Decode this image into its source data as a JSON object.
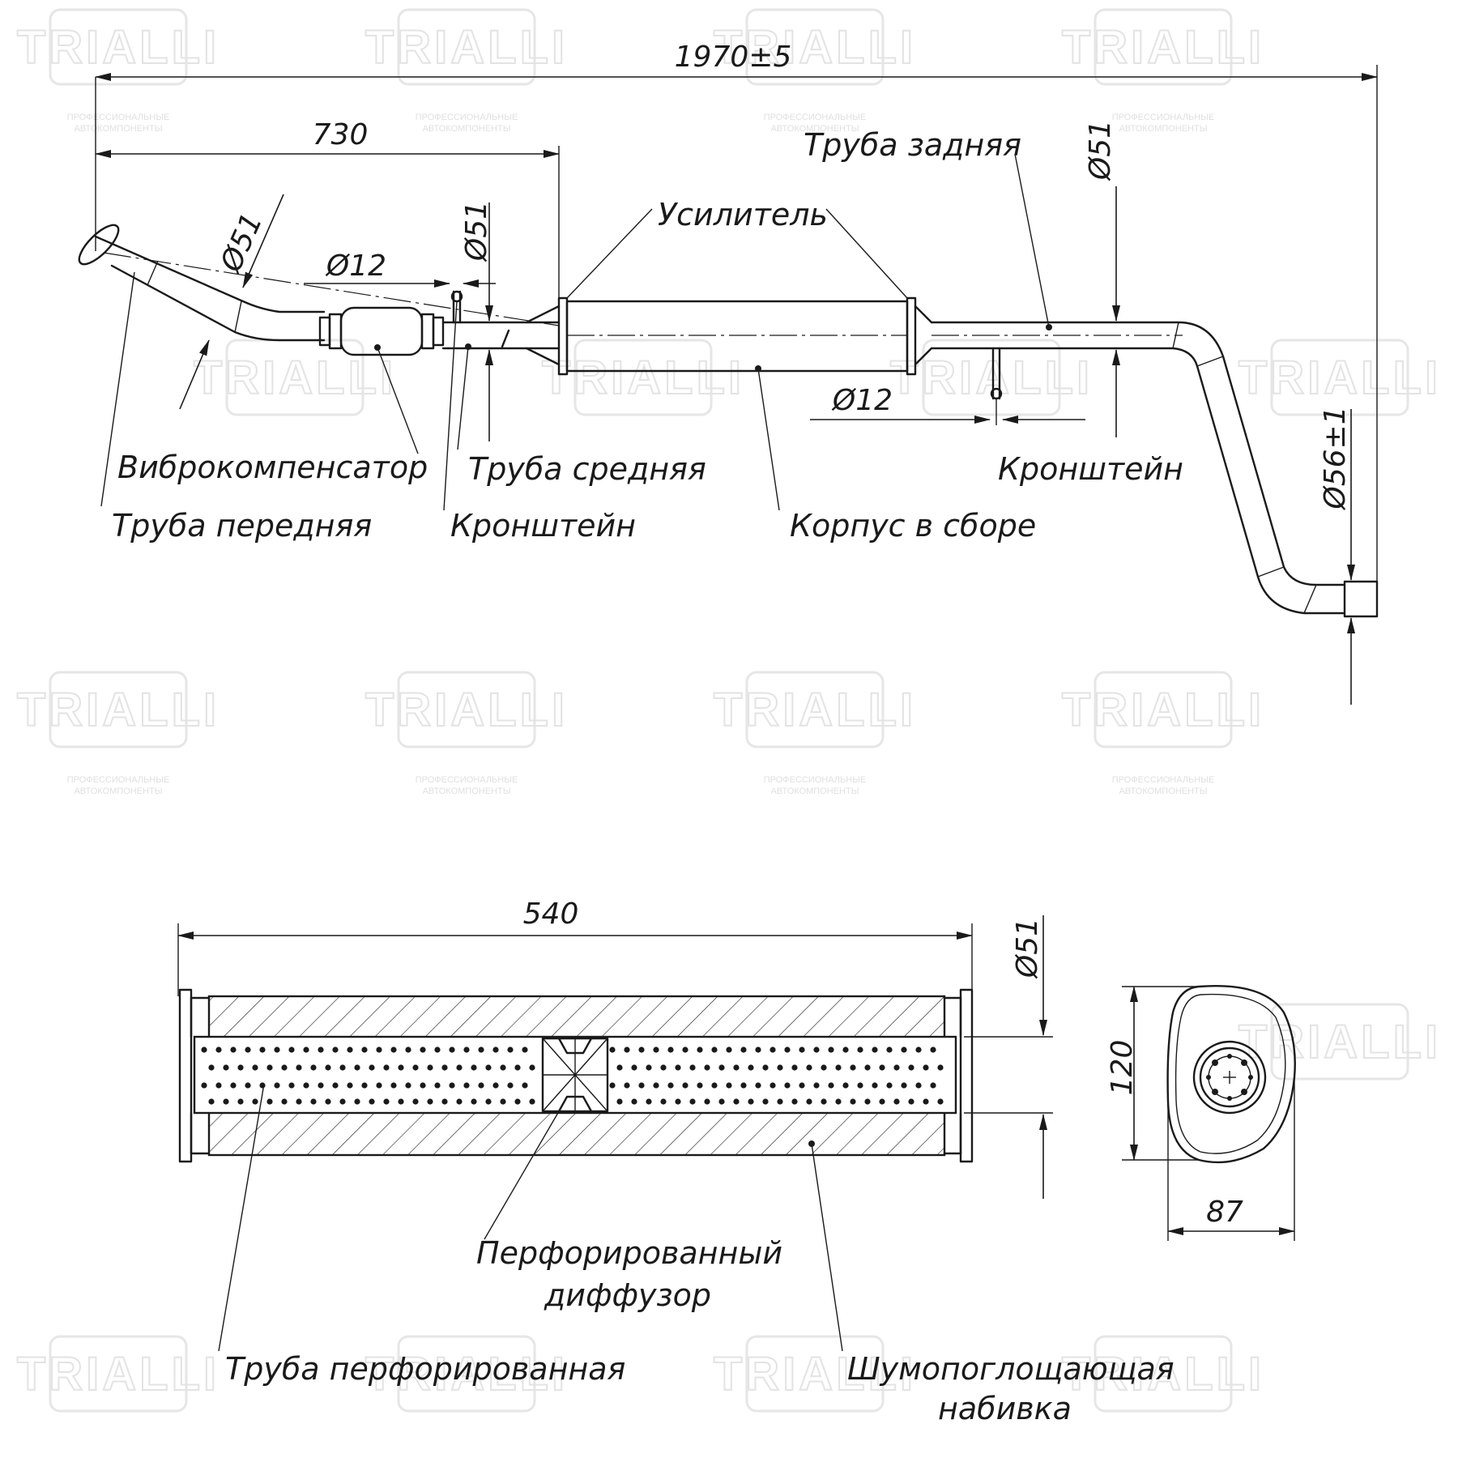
{
  "watermark": {
    "brand": "TRIALLI",
    "tagline_line1": "ПРОФЕССИОНАЛЬНЫЕ",
    "tagline_line2": "АВТОКОМПОНЕНТЫ"
  },
  "assembly_view": {
    "dimensions": {
      "overall_length": "1970±5",
      "front_length": "730",
      "front_pipe_diameter": "Ø51",
      "mid_pipe_diameter": "Ø51",
      "rear_pipe_diameter": "Ø51",
      "bracket_front_diameter": "Ø12",
      "bracket_rear_diameter": "Ø12",
      "outlet_diameter": "Ø56±1"
    },
    "labels": {
      "vibration_compensator": "Виброкомпенсатор",
      "front_pipe": "Труба передняя",
      "middle_pipe": "Труба средняя",
      "bracket_front": "Кронштейн",
      "reinforcement": "Усилитель",
      "rear_pipe": "Труба задняя",
      "bracket_rear": "Кронштейн",
      "body_assembly": "Корпус в сборе"
    }
  },
  "section_view": {
    "dimensions": {
      "body_length": "540",
      "pipe_diameter": "Ø51",
      "height": "120",
      "width": "87"
    },
    "labels": {
      "perforated_diffuser_line1": "Перфорированный",
      "perforated_diffuser_line2": "диффузор",
      "perforated_pipe": "Труба перфорированная",
      "sound_absorbing_line1": "Шумопоглощающая",
      "sound_absorbing_line2": "набивка"
    }
  }
}
